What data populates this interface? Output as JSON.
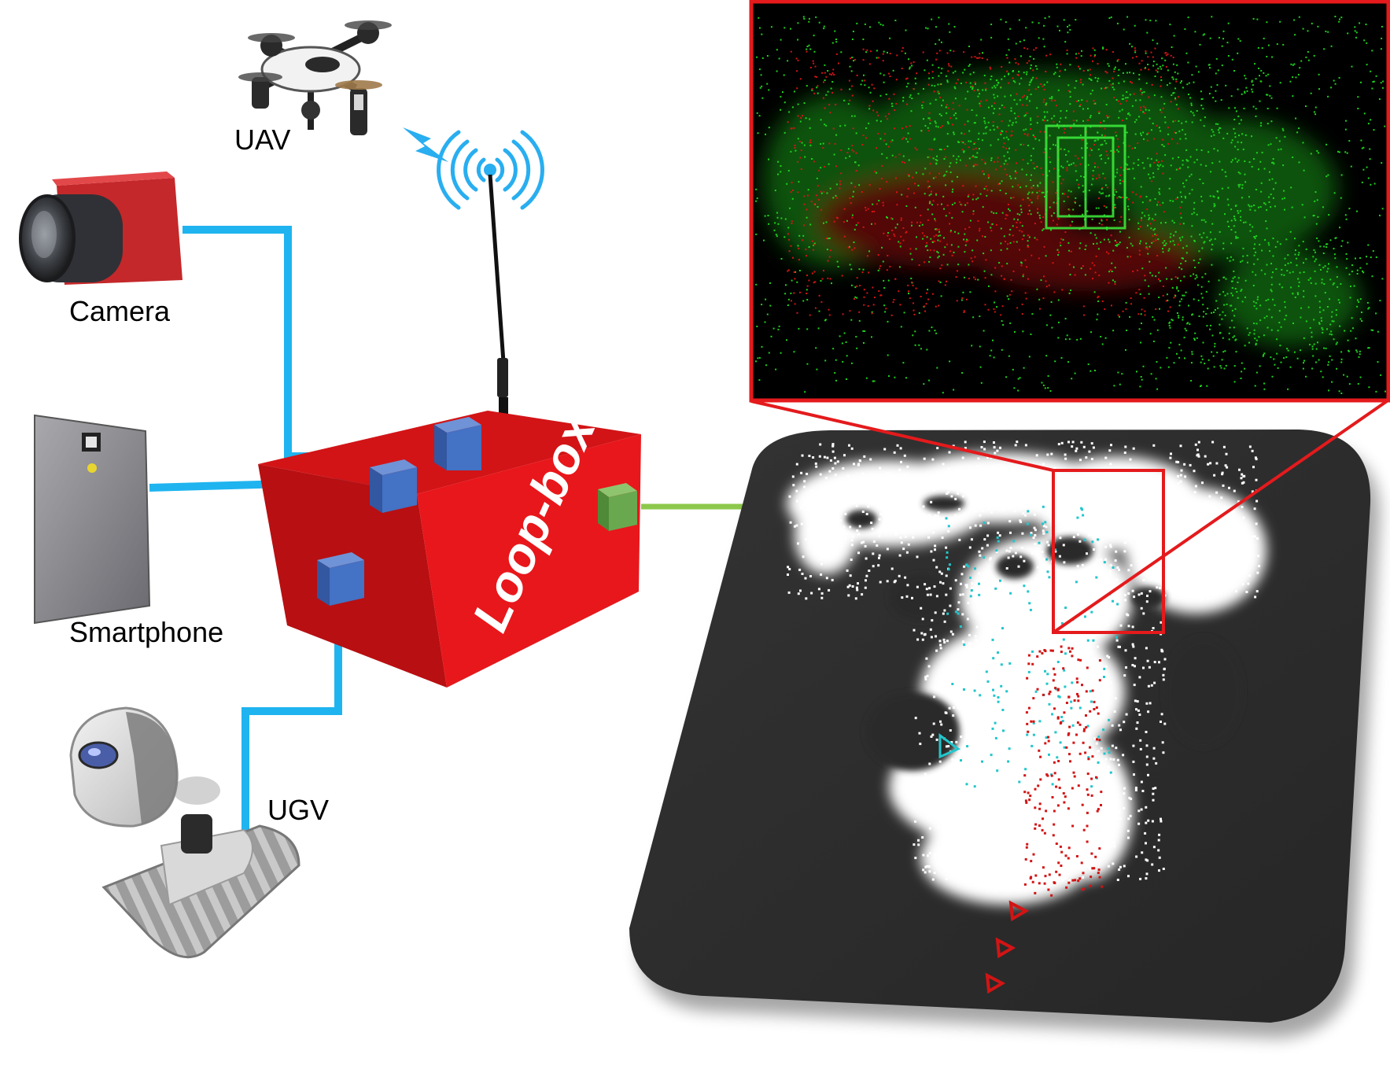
{
  "devices": {
    "uav": "UAV",
    "camera": "Camera",
    "smartphone": "Smartphone",
    "ugv": "UGV"
  },
  "hub": {
    "label": "Loop-box"
  },
  "colors": {
    "link_wired": "#1fb4ef",
    "link_map": "#8cc84b",
    "port": "#4472c4",
    "map_port": "#6aa84f",
    "hub_body": "#e8171b",
    "highlight_frame": "#e41a1c",
    "map_panel": "#2b2b2b",
    "pointcloud_green": "#1ed21e",
    "pointcloud_red": "#d31414",
    "pointcloud_white": "#ffffff",
    "pointcloud_cyan": "#22c6cc",
    "wireless_signal": "#29aef0"
  },
  "icons": {
    "uav": "drone-icon",
    "camera": "camera-icon",
    "smartphone": "smartphone-icon",
    "ugv": "tracked-robot-icon",
    "antenna": "antenna-icon",
    "wireless": "lightning-bolt-icon"
  }
}
